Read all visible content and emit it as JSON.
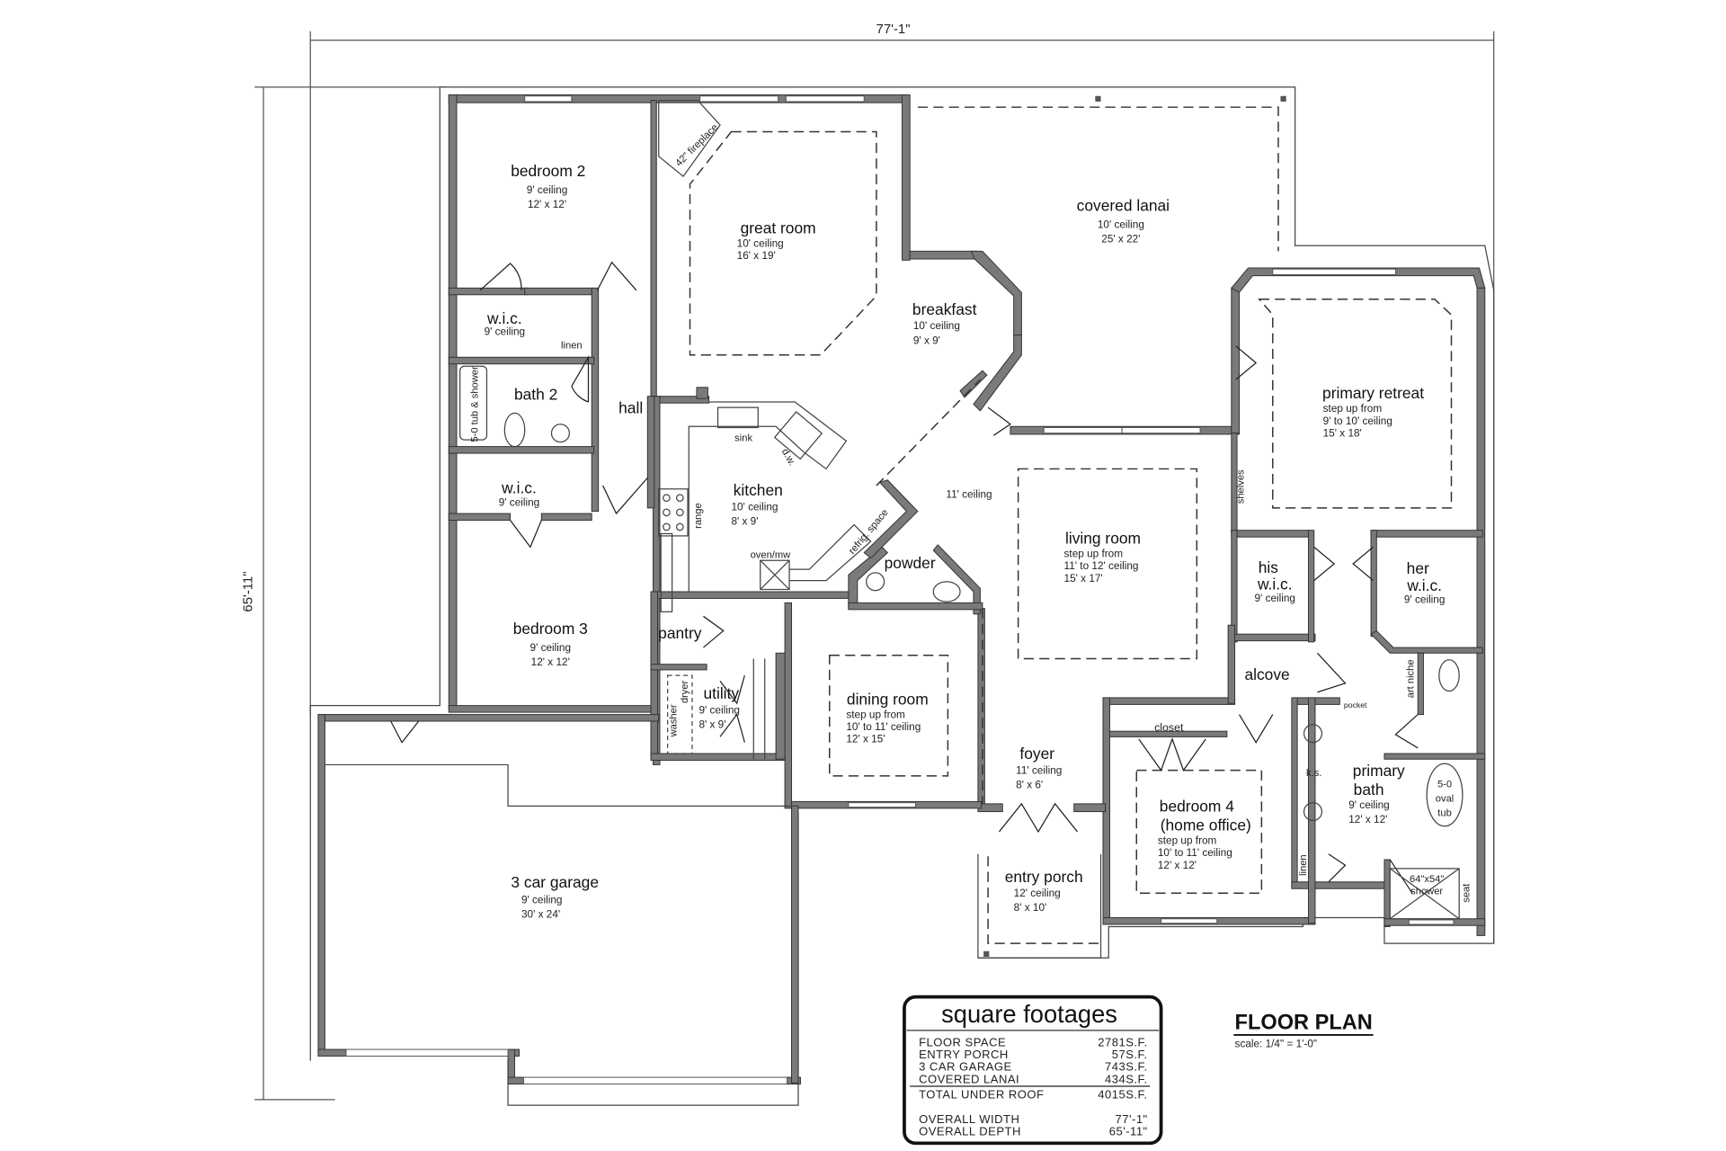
{
  "dimensions": {
    "overall_width": "77'-1\"",
    "overall_depth": "65'-11\""
  },
  "rooms": {
    "bedroom2": {
      "name": "bedroom 2",
      "ceiling": "9' ceiling",
      "size": "12' x 12'"
    },
    "wic1": {
      "name": "w.i.c.",
      "ceiling": "9' ceiling"
    },
    "linen1": {
      "name": "linen"
    },
    "bath2": {
      "name": "bath 2",
      "tub": "5-0 tub & shower"
    },
    "hall": {
      "name": "hall"
    },
    "wic2": {
      "name": "w.i.c.",
      "ceiling": "9' ceiling"
    },
    "bedroom3": {
      "name": "bedroom 3",
      "ceiling": "9' ceiling",
      "size": "12' x 12'"
    },
    "great_room": {
      "name": "great room",
      "ceiling": "10' ceiling",
      "size": "16' x 19'",
      "fireplace": "42\" fireplace"
    },
    "covered_lanai": {
      "name": "covered lanai",
      "ceiling": "10' ceiling",
      "size": "25' x 22'"
    },
    "breakfast": {
      "name": "breakfast",
      "ceiling": "10' ceiling",
      "size": "9' x 9'"
    },
    "kitchen": {
      "name": "kitchen",
      "ceiling": "10' ceiling",
      "size": "8' x 9'",
      "sink": "sink",
      "dw": "d.w.",
      "range": "range",
      "oven": "oven/mw",
      "refrig": "refrig. space"
    },
    "main_ceiling": {
      "label": "11' ceiling"
    },
    "powder": {
      "name": "powder"
    },
    "pantry": {
      "name": "pantry"
    },
    "utility": {
      "name": "utility",
      "ceiling": "9' ceiling",
      "size": "8' x 9'",
      "washer": "washer",
      "dryer": "dryer"
    },
    "dining_room": {
      "name": "dining room",
      "step": "step up from",
      "ceiling": "10' to 11' ceiling",
      "size": "12' x 15'"
    },
    "living_room": {
      "name": "living room",
      "step": "step up from",
      "ceiling": "11' to 12' ceiling",
      "size": "15' x 17'"
    },
    "primary_retreat": {
      "name": "primary retreat",
      "step": "step up from",
      "ceiling": "9' to 10' ceiling",
      "size": "15' x 18'"
    },
    "shelves": {
      "name": "shelves"
    },
    "his_wic": {
      "name1": "his",
      "name2": "w.i.c.",
      "ceiling": "9' ceiling"
    },
    "her_wic": {
      "name1": "her",
      "name2": "w.i.c.",
      "ceiling": "9' ceiling"
    },
    "alcove": {
      "name": "alcove"
    },
    "art_niche": {
      "name": "art niche"
    },
    "pocket": {
      "name": "pocket"
    },
    "foyer": {
      "name": "foyer",
      "ceiling": "11' ceiling",
      "size": "8' x 6'"
    },
    "closet": {
      "name": "closet"
    },
    "bedroom4": {
      "name1": "bedroom 4",
      "name2": "(home office)",
      "step": "step up from",
      "ceiling": "10' to 11' ceiling",
      "size": "12' x 12'"
    },
    "primary_bath": {
      "name1": "primary",
      "name2": "bath",
      "ceiling": "9' ceiling",
      "size": "12' x 12'",
      "ks": "k.s.",
      "linen": "linen",
      "tub": "5-0 oval tub",
      "tub1": "5-0",
      "tub2": "oval",
      "tub3": "tub",
      "shower1": "64\"x54\"",
      "shower2": "shower",
      "seat": "seat"
    },
    "entry_porch": {
      "name": "entry porch",
      "ceiling": "12' ceiling",
      "size": "8' x 10'"
    },
    "garage": {
      "name": "3 car garage",
      "ceiling": "9' ceiling",
      "size": "30' x 24'"
    }
  },
  "square_footages": {
    "title": "square footages",
    "rows": [
      {
        "label": "FLOOR SPACE",
        "value": "2781S.F."
      },
      {
        "label": "ENTRY PORCH",
        "value": "57S.F."
      },
      {
        "label": "3 CAR GARAGE",
        "value": "743S.F."
      },
      {
        "label": "COVERED LANAI",
        "value": "434S.F."
      }
    ],
    "total": {
      "label": "TOTAL UNDER ROOF",
      "value": "4015S.F."
    },
    "overall": [
      {
        "label": "OVERALL WIDTH",
        "value": "77'-1\""
      },
      {
        "label": "OVERALL DEPTH",
        "value": "65'-11\""
      }
    ]
  },
  "title_block": {
    "title": "FLOOR PLAN",
    "scale": "scale: 1/4\" = 1'-0\""
  }
}
